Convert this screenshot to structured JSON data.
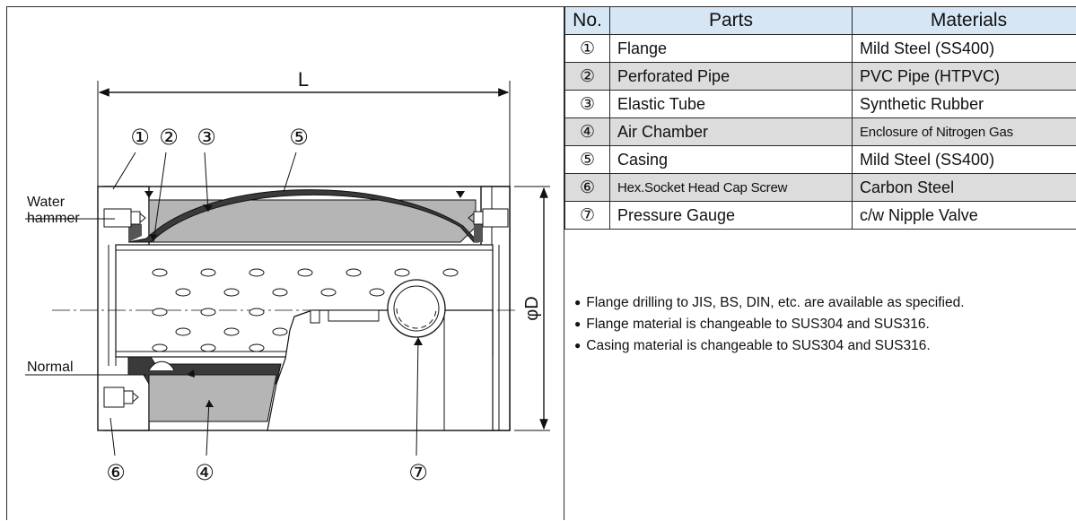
{
  "table": {
    "headers": {
      "no": "No.",
      "parts": "Parts",
      "materials": "Materials"
    },
    "rows": [
      {
        "no": "①",
        "part": "Flange",
        "material": "Mild Steel (SS400)"
      },
      {
        "no": "②",
        "part": "Perforated Pipe",
        "material": "PVC Pipe (HTPVC)"
      },
      {
        "no": "③",
        "part": "Elastic Tube",
        "material": "Synthetic Rubber"
      },
      {
        "no": "④",
        "part": "Air Chamber",
        "material": "Enclosure of Nitrogen Gas"
      },
      {
        "no": "⑤",
        "part": "Casing",
        "material": "Mild Steel (SS400)"
      },
      {
        "no": "⑥",
        "part": "Hex.Socket Head Cap Screw",
        "material": "Carbon Steel"
      },
      {
        "no": "⑦",
        "part": "Pressure Gauge",
        "material": "c/w Nipple Valve"
      }
    ]
  },
  "notes": [
    "Flange drilling to JIS, BS, DIN, etc. are available as specified.",
    "Flange material is changeable to SUS304 and SUS316.",
    "Casing material is changeable to SUS304 and SUS316."
  ],
  "drawing": {
    "dim_length": "L",
    "dim_diameter": "φD",
    "label_water_hammer_1": "Water",
    "label_water_hammer_2": "hammer",
    "label_normal": "Normal",
    "callouts": {
      "c1": "①",
      "c2": "②",
      "c3": "③",
      "c4": "④",
      "c5": "⑤",
      "c6": "⑥",
      "c7": "⑦"
    }
  }
}
